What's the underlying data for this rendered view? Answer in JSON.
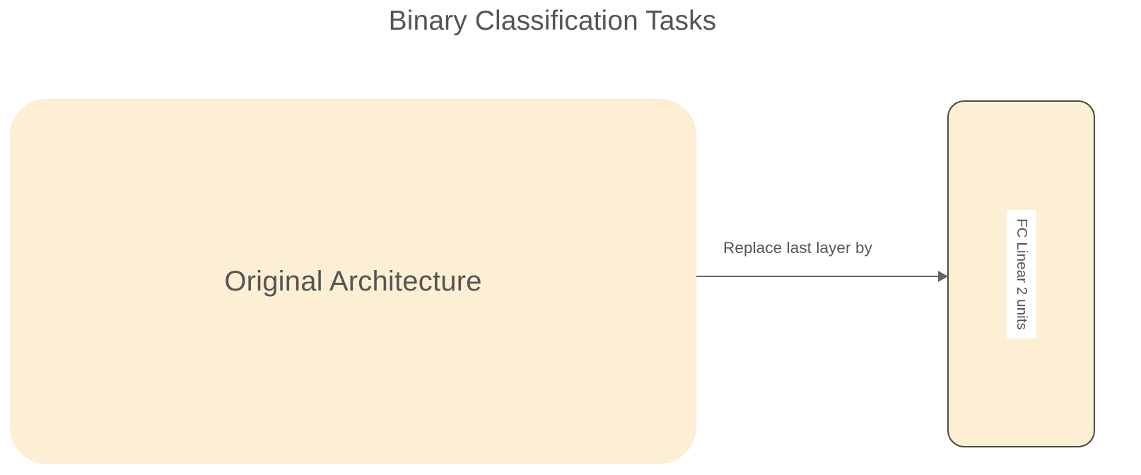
{
  "diagram": {
    "title": "Binary Classification Tasks",
    "type": "flowchart",
    "direction": "left-to-right",
    "background_color": "#ffffff",
    "title_color": "#555555",
    "node_fill_color": "#fcefd3",
    "node_border_color": "#4e4b43",
    "edge_color": "#66655f",
    "text_color": "#555555",
    "nodes": [
      {
        "id": "original-architecture",
        "label": "Original Architecture",
        "shape": "rounded-rectangle",
        "orientation": "horizontal"
      },
      {
        "id": "fc-linear-head",
        "label": "FC Linear 2 units",
        "shape": "rounded-rectangle",
        "orientation": "vertical",
        "label_rotation_degrees": 90
      }
    ],
    "edges": [
      {
        "id": "replace-edge",
        "from": "original-architecture",
        "to": "fc-linear-head",
        "label": "Replace last layer by",
        "arrowhead": "filled-triangle"
      }
    ]
  }
}
